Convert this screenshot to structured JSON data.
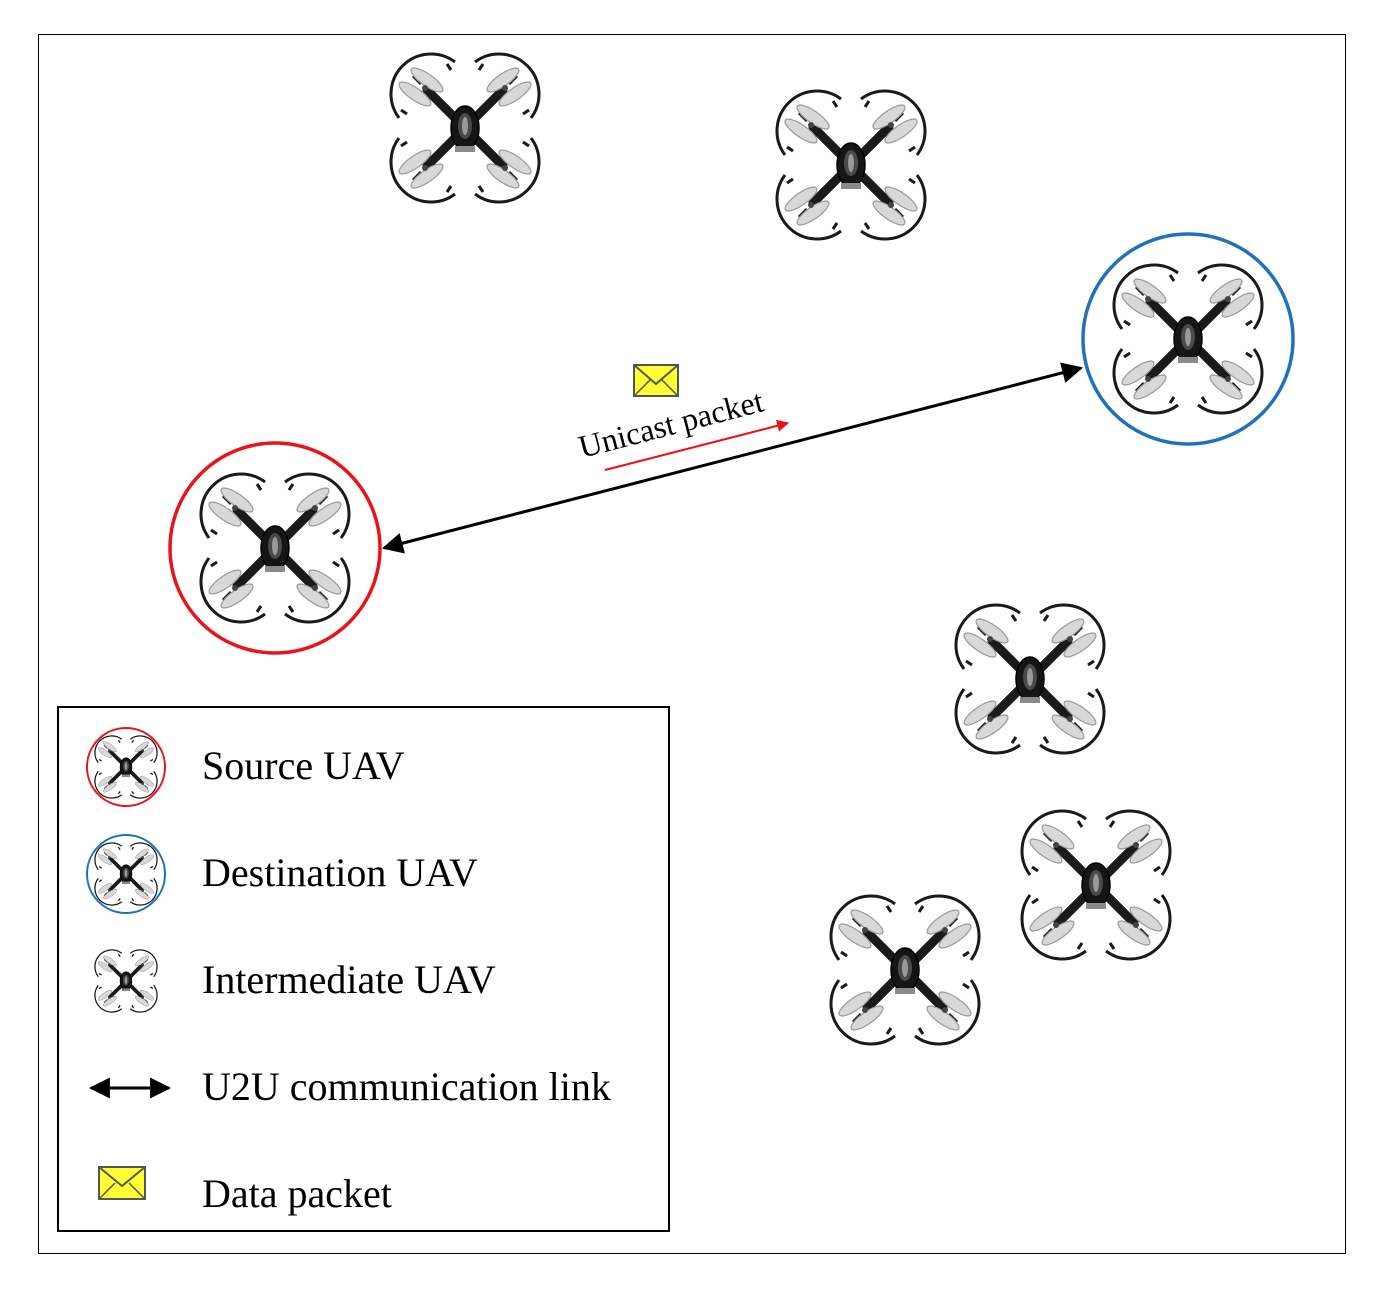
{
  "diagram": {
    "edge_label": "Unicast packet",
    "colors": {
      "source_ring": "#e8141c",
      "destination_ring": "#1f72b8",
      "link": "#000000",
      "packet_direction_arrow": "#ee1111",
      "packet_fill": "#ffff33",
      "packet_border": "#555555"
    },
    "nodes": [
      {
        "role": "intermediate",
        "icon": "quadcopter-drone-icon"
      },
      {
        "role": "intermediate",
        "icon": "quadcopter-drone-icon"
      },
      {
        "role": "destination",
        "icon": "quadcopter-drone-icon"
      },
      {
        "role": "source",
        "icon": "quadcopter-drone-icon"
      },
      {
        "role": "intermediate",
        "icon": "quadcopter-drone-icon"
      },
      {
        "role": "intermediate",
        "icon": "quadcopter-drone-icon"
      },
      {
        "role": "intermediate",
        "icon": "quadcopter-drone-icon"
      }
    ],
    "edges": [
      {
        "from": "source",
        "to": "destination",
        "type": "bidirectional",
        "label": "Unicast packet"
      }
    ]
  },
  "legend": {
    "items": [
      {
        "label": "Source UAV",
        "symbol": "red-ring-drone-icon"
      },
      {
        "label": "Destination UAV",
        "symbol": "blue-ring-drone-icon"
      },
      {
        "label": "Intermediate UAV",
        "symbol": "drone-icon"
      },
      {
        "label": "U2U communication link",
        "symbol": "double-arrow-icon"
      },
      {
        "label": "Data packet",
        "symbol": "envelope-icon"
      }
    ]
  }
}
